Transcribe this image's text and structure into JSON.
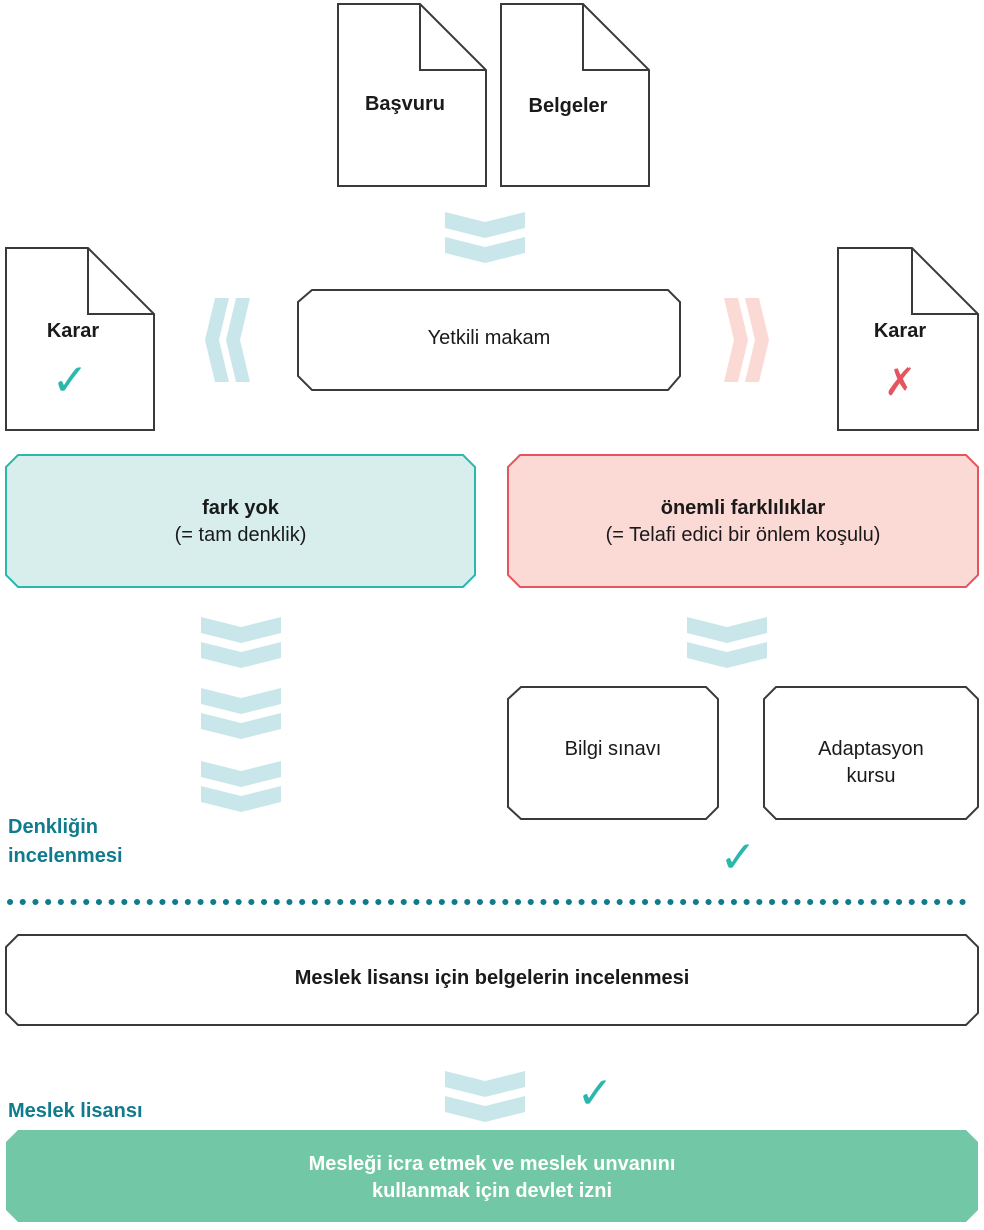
{
  "documents": {
    "application": "Başvuru",
    "documents": "Belgeler"
  },
  "authority": "Yetkili makam",
  "decision_left": {
    "title": "Karar",
    "mark": "✓"
  },
  "decision_right": {
    "title": "Karar",
    "mark": "✗"
  },
  "no_difference": {
    "title": "fark yok",
    "subtitle": "(= tam denklik)"
  },
  "significant_differences": {
    "title": "önemli farklılıklar",
    "subtitle": "(= Telafi edici bir önlem koşulu)"
  },
  "measures": {
    "exam": "Bilgi sınavı",
    "course_line1": "Adaptasyon",
    "course_line2": "kursu",
    "mark": "✓"
  },
  "section_equivalence": {
    "line1": "Denkliğin",
    "line2": "incelenmesi"
  },
  "license_review": "Meslek lisansı için belgelerin incelenmesi",
  "section_license": {
    "label": "Meslek lisansı",
    "mark": "✓"
  },
  "final": {
    "line1": "Mesleği icra etmek ve meslek unvanını",
    "line2": "kullanmak için devlet izni"
  },
  "colors": {
    "teal": "#2ab8ad",
    "teal_fill": "#d7eeed",
    "red": "#e5555d",
    "red_fill": "#fbd9d5",
    "chevron_down": "#c9e7ea",
    "chevron_right": "#fbd9d5",
    "section_title": "#0f7b8c",
    "final_fill": "#72c8a6",
    "outline": "#3a3a3a"
  }
}
